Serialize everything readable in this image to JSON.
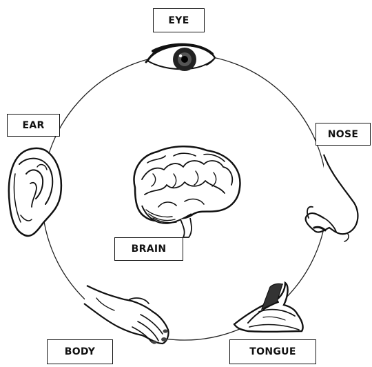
{
  "diagram": {
    "nodes": {
      "eye": "EYE",
      "ear": "EAR",
      "nose": "NOSE",
      "brain": "BRAIN",
      "body": "BODY",
      "tongue": "TONGUE"
    }
  }
}
